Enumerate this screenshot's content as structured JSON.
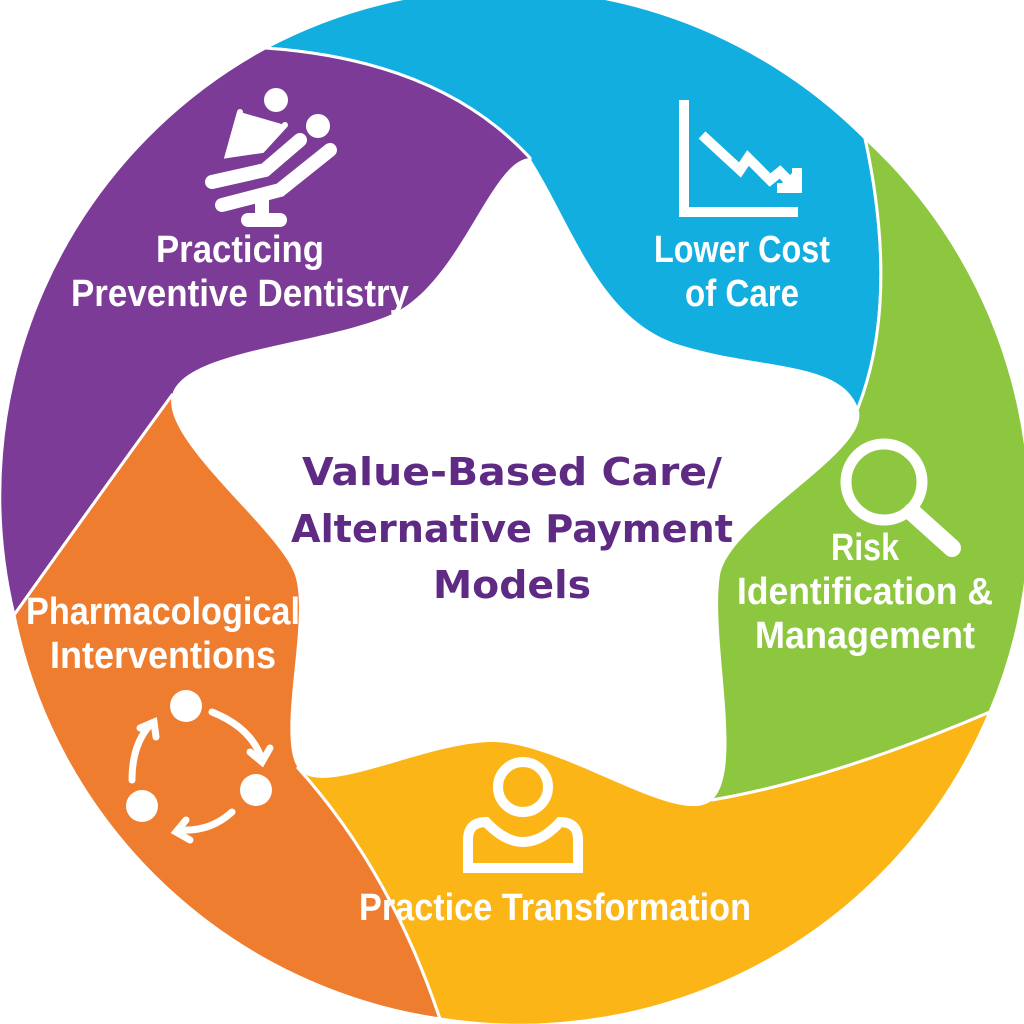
{
  "center": {
    "lines": [
      "Value-Based Care/",
      "Alternative Payment",
      "Models"
    ],
    "color": "#5e2a84"
  },
  "segments": [
    {
      "lines": [
        "Practicing",
        "Preventive Dentistry"
      ],
      "icon": "dental-chair-icon",
      "color": "#12aee0"
    },
    {
      "lines": [
        "Lower Cost",
        "of Care"
      ],
      "icon": "declining-chart-icon",
      "color": "#8dc63f"
    },
    {
      "lines": [
        "Risk",
        "Identification &",
        "Management"
      ],
      "icon": "magnifier-icon",
      "color": "#fbb516"
    },
    {
      "lines": [
        "Practice Transformation"
      ],
      "icon": "person-icon",
      "color": "#ee7d30"
    },
    {
      "lines": [
        "Pharmacological",
        "Interventions"
      ],
      "icon": "cycle-icon",
      "color": "#7b3b96"
    }
  ]
}
